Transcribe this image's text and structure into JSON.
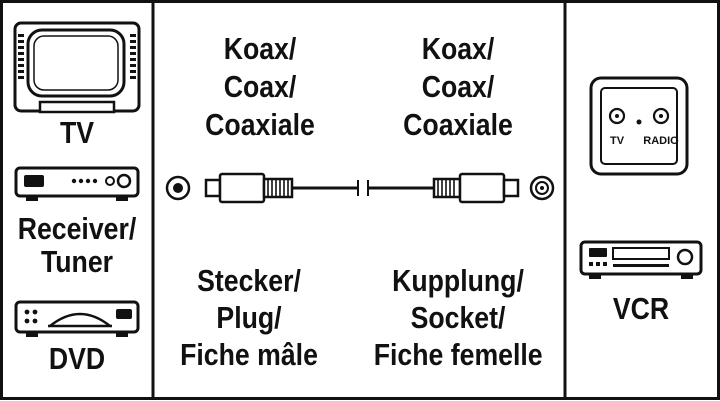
{
  "left": {
    "tv_label": "TV",
    "receiver_label": [
      "Receiver/",
      "Tuner"
    ],
    "dvd_label": "DVD"
  },
  "center": {
    "plug_connector_label": [
      "Koax/",
      "Coax/",
      "Coaxiale"
    ],
    "socket_connector_label": [
      "Koax/",
      "Coax/",
      "Coaxiale"
    ],
    "plug_type_label": [
      "Stecker/",
      "Plug/",
      "Fiche mâle"
    ],
    "socket_type_label": [
      "Kupplung/",
      "Socket/",
      "Fiche femelle"
    ]
  },
  "right": {
    "wall_socket_tv_label": "TV",
    "wall_socket_radio_label": "RADIO",
    "vcr_label": "VCR"
  },
  "icons": [
    "tv-icon",
    "receiver-icon",
    "dvd-player-icon",
    "coax-port-icon",
    "coax-plug-icon",
    "cable-icon",
    "coax-socket-icon",
    "antenna-wall-socket-icon",
    "vcr-icon"
  ],
  "colors": {
    "ink": "#111111",
    "background": "#ffffff"
  }
}
